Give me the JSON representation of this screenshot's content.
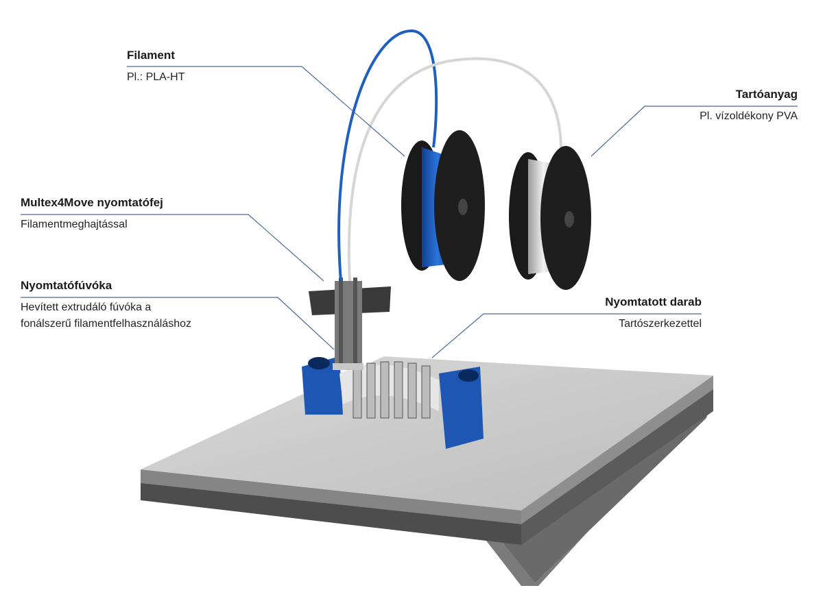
{
  "labels": {
    "filament": {
      "title": "Filament",
      "sub": "Pl.: PLA-HT"
    },
    "support": {
      "title": "Tartóanyag",
      "sub": "Pl. vízoldékony PVA"
    },
    "printhead": {
      "title": "Multex4Move nyomtatófej",
      "sub": "Filamentmeghajtással"
    },
    "nozzle": {
      "title": "Nyomtatófúvóka",
      "sub1": "Hevített extrudáló fúvóka a",
      "sub2": "fonálszerű filamentfelhasználáshoz"
    },
    "printed": {
      "title": "Nyomtatott darab",
      "sub": "Tartószerkezettel"
    }
  },
  "colors": {
    "leader": "#4a6796",
    "blue": "#1f5fc0",
    "dark": "#2a2a2a",
    "platform": "#c9c9c9"
  }
}
